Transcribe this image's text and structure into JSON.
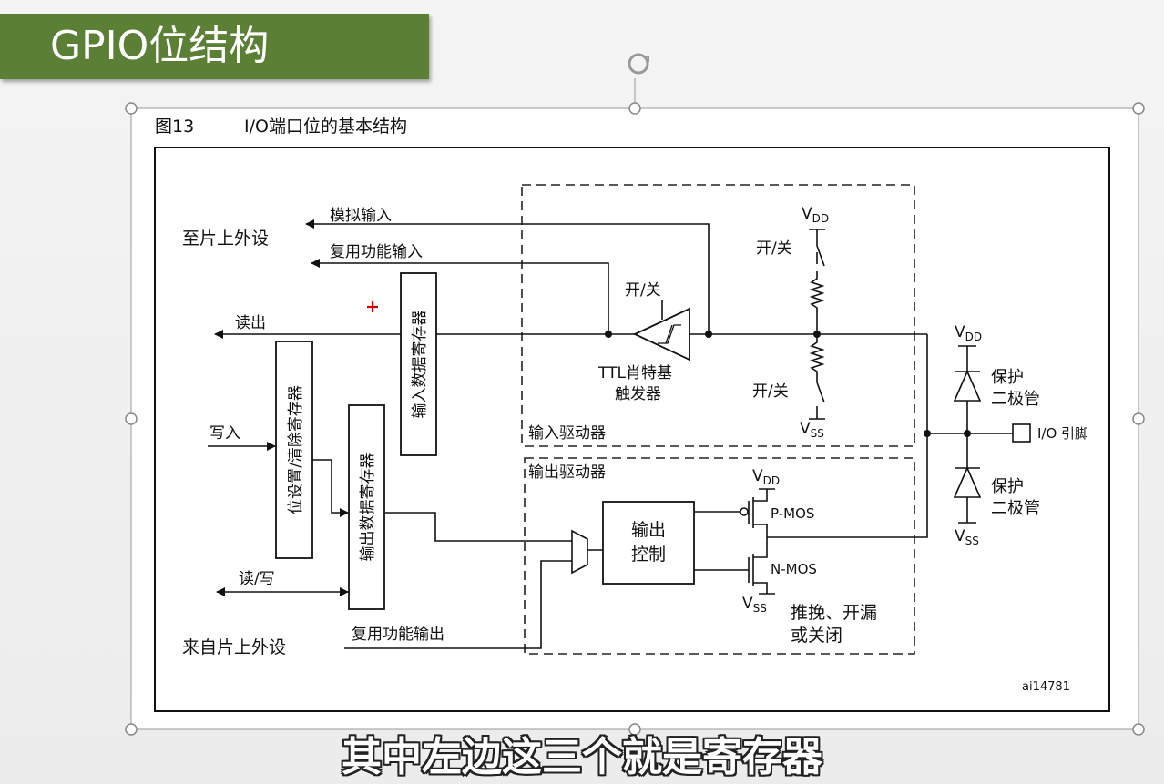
{
  "slide": {
    "title": "GPIO位结构",
    "subtitle": "其中左边这三个就是寄存器"
  },
  "figure": {
    "number": "图13",
    "caption": "I/O端口位的基本结构",
    "id_code": "ai14781"
  },
  "labels": {
    "analog_input": "模拟输入",
    "to_on_chip_peripheral": "至片上外设",
    "alt_function_input": "复用功能输入",
    "read": "读出",
    "write": "写入",
    "read_write": "读/写",
    "from_on_chip_peripheral": "来自片上外设",
    "alt_function_output": "复用功能输出",
    "input_data_register": "输入数据寄存器",
    "bit_set_reset_register": "位设置/清除寄存器",
    "output_data_register": "输出数据寄存器",
    "on_off_1": "开/关",
    "on_off_2": "开/关",
    "on_off_3": "开/关",
    "schmitt_line1": "TTL肖特基",
    "schmitt_line2": "触发器",
    "input_driver": "输入驱动器",
    "output_driver": "输出驱动器",
    "output_control_line1": "输出",
    "output_control_line2": "控制",
    "p_mos": "P-MOS",
    "n_mos": "N-MOS",
    "mode_line1": "推挽、开漏",
    "mode_line2": "或关闭",
    "protect_diode_line1": "保护",
    "protect_diode_line2": "二极管",
    "io_pin": "I/O 引脚",
    "v": "V",
    "dd": "DD",
    "ss": "SS"
  },
  "colors": {
    "title_bg": "#5b7f35",
    "marker": "#d00000"
  }
}
